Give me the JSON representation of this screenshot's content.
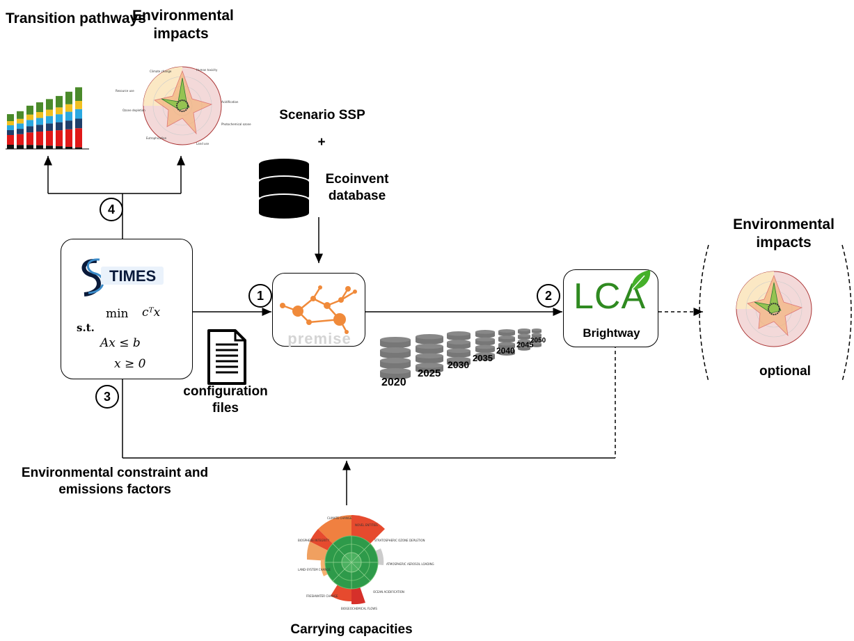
{
  "labels": {
    "transition_pathways": "Transition pathways",
    "environmental_impacts_top": "Environmental impacts",
    "scenario_ssp": "Scenario SSP",
    "plus": "+",
    "ecoinvent_database": "Ecoinvent database",
    "environmental_impacts_right": "Environmental impacts",
    "optional": "optional",
    "configuration_files": "configuration files",
    "brightway": "Brightway",
    "lca": "LCA",
    "premise": "premise",
    "times": "TIMES",
    "env_constraint": "Environmental constraint and emissions factors",
    "carrying_capacities": "Carrying capacities"
  },
  "steps": [
    "1",
    "2",
    "3",
    "4"
  ],
  "optimization": {
    "objective_op": "min",
    "objective_expr": "cᵀx",
    "st": "s.t.",
    "constraint1": "Ax ≤ b",
    "constraint2": "x ≥ 0"
  },
  "database_years": [
    "2020",
    "2025",
    "2030",
    "2035",
    "2040",
    "2045",
    "2050"
  ],
  "colors": {
    "times_blue": "#2a5fa0",
    "times_dark": "#0a1a3a",
    "premise_orange": "#f08a3a",
    "lca_green": "#2f8a20",
    "leaf_green": "#45b02a",
    "db_gray": "#777777"
  },
  "icons": [
    "database-icon",
    "document-icon",
    "leaf-icon",
    "network-icon",
    "radar-chart-icon",
    "bar-chart-icon",
    "planetary-boundaries-icon"
  ]
}
